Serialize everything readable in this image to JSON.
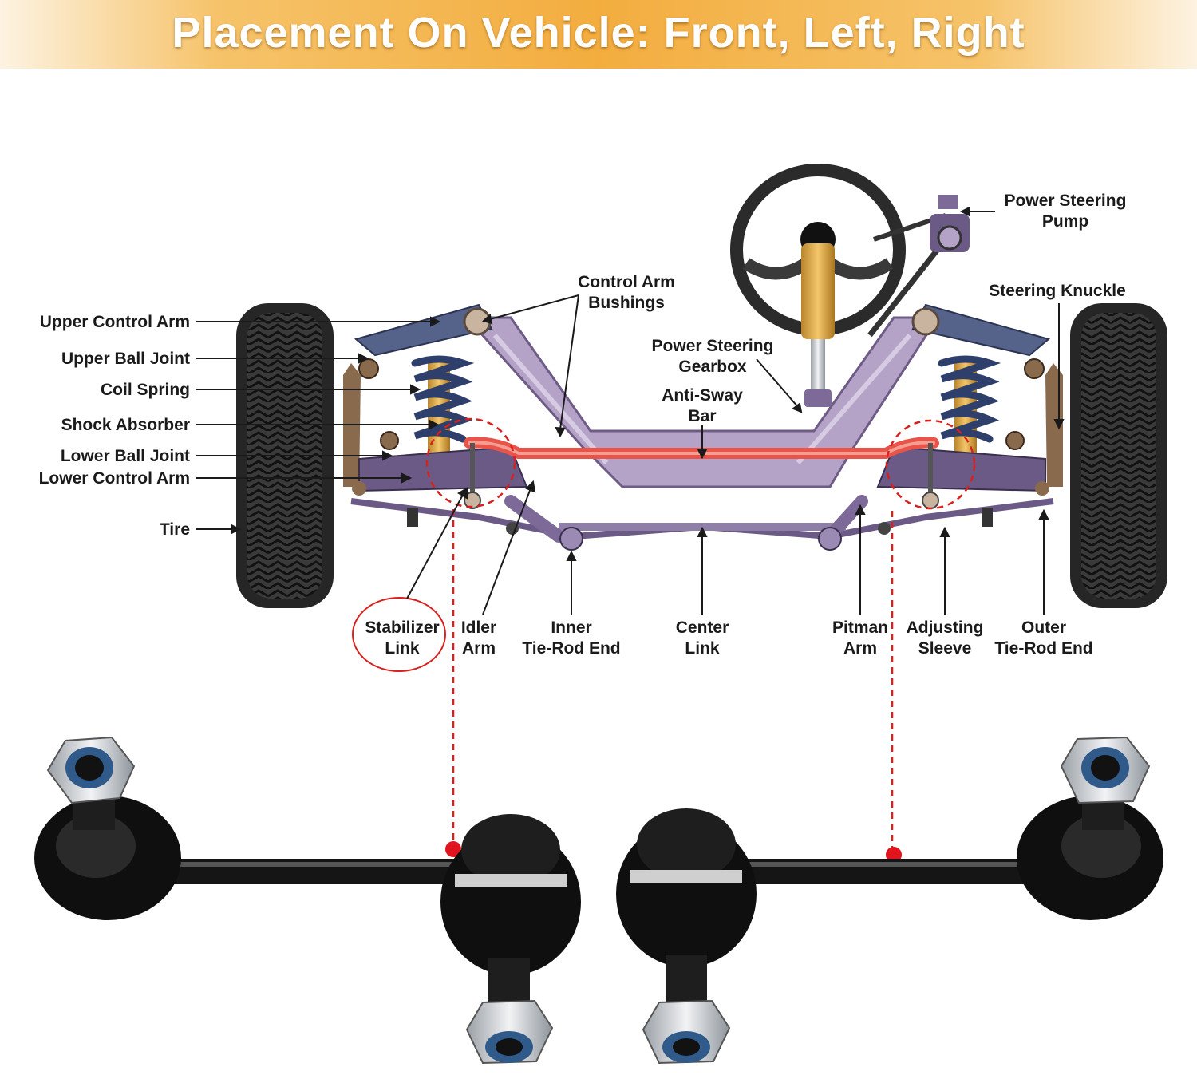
{
  "title": "Placement On Vehicle: Front, Left, Right",
  "labels": {
    "upper_control_arm": "Upper Control Arm",
    "upper_ball_joint": "Upper Ball Joint",
    "coil_spring": "Coil Spring",
    "shock_absorber": "Shock Absorber",
    "lower_ball_joint": "Lower Ball Joint",
    "lower_control_arm": "Lower Control Arm",
    "tire": "Tire",
    "control_arm_bushings": [
      "Control Arm",
      "Bushings"
    ],
    "power_steering_gearbox": [
      "Power Steering",
      "Gearbox"
    ],
    "anti_sway_bar": [
      "Anti-Sway",
      "Bar"
    ],
    "power_steering_pump": [
      "Power Steering",
      "Pump"
    ],
    "steering_knuckle": "Steering Knuckle",
    "stabilizer_link": [
      "Stabilizer",
      "Link"
    ],
    "idler_arm": [
      "Idler",
      "Arm"
    ],
    "inner_tie_rod_end": [
      "Inner",
      "Tie-Rod End"
    ],
    "center_link": [
      "Center",
      "Link"
    ],
    "pitman_arm": [
      "Pitman",
      "Arm"
    ],
    "adjusting_sleeve": [
      "Adjusting",
      "Sleeve"
    ],
    "outer_tie_rod_end": [
      "Outer",
      "Tie-Rod End"
    ]
  },
  "colors": {
    "banner": "#f3ad3f",
    "frame": "#b4a3c7",
    "sway_bar": "#e8544a",
    "highlight": "#d8201c",
    "tire": "#2e2e2e",
    "spring": "#2e3f6b",
    "shock": "#f2b33d"
  }
}
